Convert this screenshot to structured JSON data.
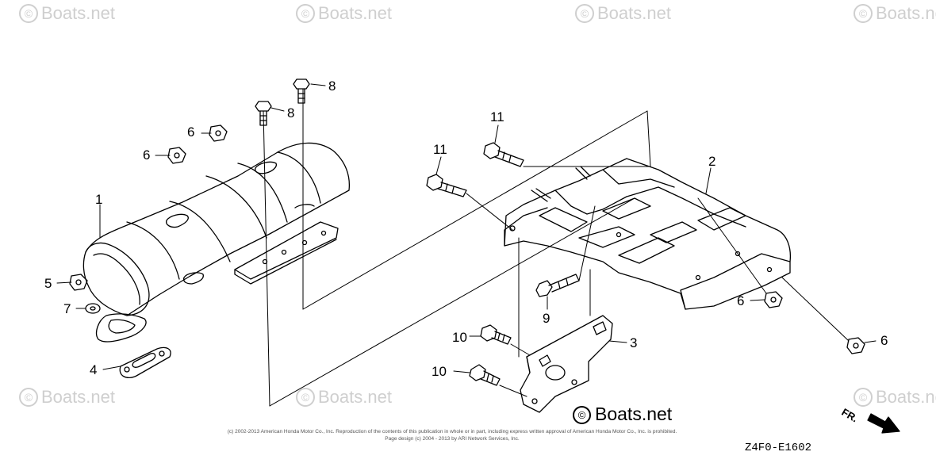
{
  "watermark": {
    "symbol": "©",
    "text": "Boats.net"
  },
  "callouts": {
    "c1": "1",
    "c2": "2",
    "c3": "3",
    "c4": "4",
    "c5": "5",
    "c6a": "6",
    "c6b": "6",
    "c6c": "6",
    "c6d": "6",
    "c7": "7",
    "c8a": "8",
    "c8b": "8",
    "c9": "9",
    "c10a": "10",
    "c10b": "10",
    "c11a": "11",
    "c11b": "11"
  },
  "footer": {
    "copyright_line1": "(c) 2002-2013 American Honda Motor Co., Inc. Reproduction of the contents of this publication in whole or in part, including express written approval of American Honda Motor Co., Inc. is prohibited.",
    "copyright_line2": "Page design (c) 2004 - 2013 by ARI Network Services, Inc.",
    "diagram_code": "Z4F0-E1602",
    "direction_label": "FR."
  },
  "colors": {
    "line": "#000000",
    "watermark": "#cfcfcf",
    "background": "#ffffff"
  }
}
